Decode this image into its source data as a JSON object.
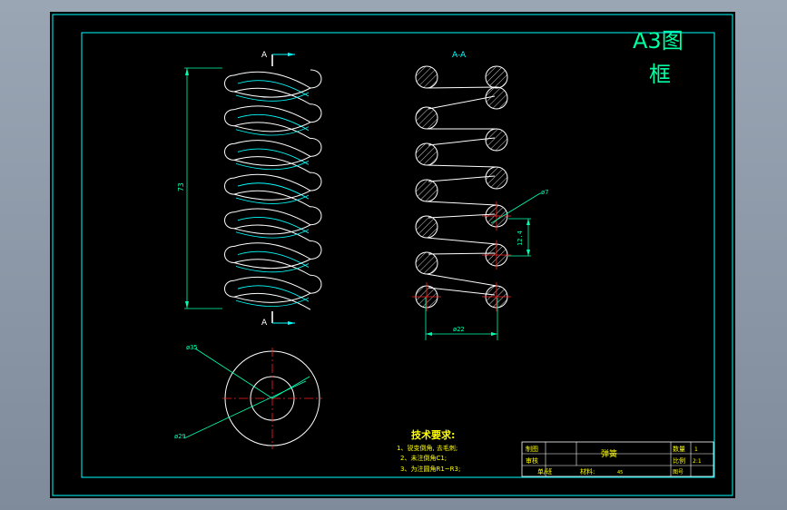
{
  "title_corner": {
    "line1": "A3图",
    "line2": "框"
  },
  "section_marks": {
    "top": "A",
    "bottom": "A",
    "section_title": "A-A"
  },
  "dimensions": {
    "length": "73",
    "wire_dia": "ø7",
    "pitch": "12.4",
    "mean_dia": "ø22",
    "outer_dia": "ø35",
    "end_dia": "ø29"
  },
  "tech_requirements": {
    "heading": "技术要求:",
    "items": [
      "1、锐变倒角, 去毛刺;",
      "2、未注倒角C1;",
      "3、为注圆角R1~R3;"
    ]
  },
  "title_block": {
    "drawn_label": "制图",
    "checked_label": "审核",
    "part_name": "弹簧",
    "qty_label": "数量",
    "qty_value": "1",
    "scale_label": "比例",
    "scale_value": "2:1",
    "unit_label": "单/班",
    "material_label": "材料:",
    "material_value": "45",
    "drawing_no_label": "图号"
  },
  "colors": {
    "outline": "#ffffff",
    "helix_accent": "#00ffff",
    "dimension": "#00ffb0",
    "center_mark": "#ff2020",
    "text_yellow": "#ffff00",
    "border": "#00ffff",
    "background": "#000000"
  }
}
